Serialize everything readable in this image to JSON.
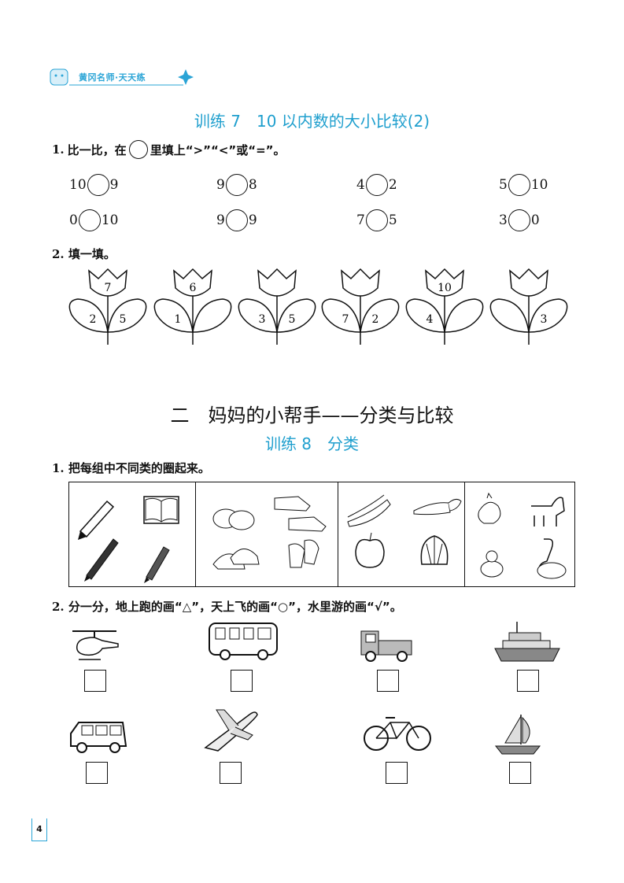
{
  "header": {
    "brand": "黄冈名师·天天练"
  },
  "section1": {
    "title": "训练 7　10 以内数的大小比较(2)",
    "q1": {
      "number": "1.",
      "text_before": "比一比，在",
      "text_after": "里填上“>”“<”或“=”。",
      "rows": [
        [
          {
            "left": "10",
            "right": "9"
          },
          {
            "left": "9",
            "right": "8"
          },
          {
            "left": "4",
            "right": "2"
          },
          {
            "left": "5",
            "right": "10"
          }
        ],
        [
          {
            "left": "0",
            "right": "10"
          },
          {
            "left": "9",
            "right": "9"
          },
          {
            "left": "7",
            "right": "5"
          },
          {
            "left": "3",
            "right": "0"
          }
        ]
      ]
    },
    "q2": {
      "number": "2.",
      "text": "填一填。",
      "flowers": [
        {
          "top": "7",
          "left": "2",
          "right": "5"
        },
        {
          "top": "6",
          "left": "1",
          "right": ""
        },
        {
          "top": "",
          "left": "3",
          "right": "5"
        },
        {
          "top": "",
          "left": "7",
          "right": "2"
        },
        {
          "top": "10",
          "left": "4",
          "right": ""
        },
        {
          "top": "",
          "left": "",
          "right": "3"
        }
      ]
    }
  },
  "chapter": {
    "title": "二　妈妈的小帮手——分类与比较"
  },
  "section2": {
    "title": "训练 8　分类",
    "q1": {
      "number": "1.",
      "text": "把每组中不同类的圈起来。",
      "groups": [
        [
          "pencil-icon",
          "book-icon",
          "pen-icon",
          "fountain-pen-icon"
        ],
        [
          "slippers-icon",
          "sneakers-icon",
          "high-heels-icon",
          "mittens-icon"
        ],
        [
          "chili-pepper-icon",
          "carrot-icon",
          "apple-icon",
          "cabbage-icon"
        ],
        [
          "rooster-icon",
          "horse-icon",
          "duckling-icon",
          "goose-icon"
        ]
      ]
    },
    "q2": {
      "number": "2.",
      "text": "分一分，地上跑的画“△”，天上飞的画“○”，水里游的画“√”。",
      "items": [
        "helicopter-icon",
        "bus-icon",
        "truck-icon",
        "ship-icon",
        "van-icon",
        "airplane-icon",
        "bicycle-icon",
        "sailboat-icon"
      ]
    }
  },
  "footer": {
    "page": "4"
  }
}
